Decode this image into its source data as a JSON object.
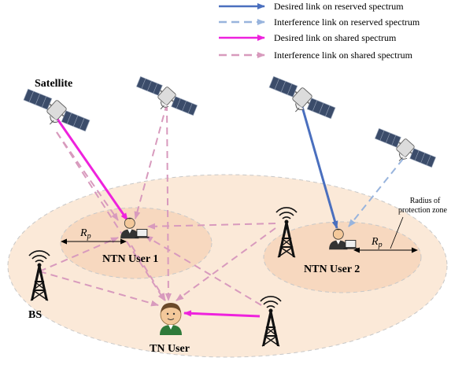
{
  "legend": {
    "items": [
      {
        "label": "Desired link on reserved spectrum",
        "style": "solid",
        "color": "#4a6fbe"
      },
      {
        "label": "Interference link on reserved spectrum",
        "style": "dashed",
        "color": "#98b4dd"
      },
      {
        "label": "Desired link on shared spectrum",
        "style": "solid",
        "color": "#ee22dd"
      },
      {
        "label": "Interference link on shared spectrum",
        "style": "dashed",
        "color": "#d89abd"
      }
    ]
  },
  "labels": {
    "satellite": "Satellite",
    "ntn_user_1": "NTN User 1",
    "ntn_user_2": "NTN User 2",
    "tn_user": "TN User",
    "bs": "BS",
    "radius_main": "R",
    "radius_sub": "p",
    "radius_note_line1": "Radius of",
    "radius_note_line2": "protection zone"
  },
  "colors": {
    "coverage_fill": "#fbe9d8",
    "protection_fill": "#f7d8bf",
    "zone_border": "#c8c8c8"
  }
}
